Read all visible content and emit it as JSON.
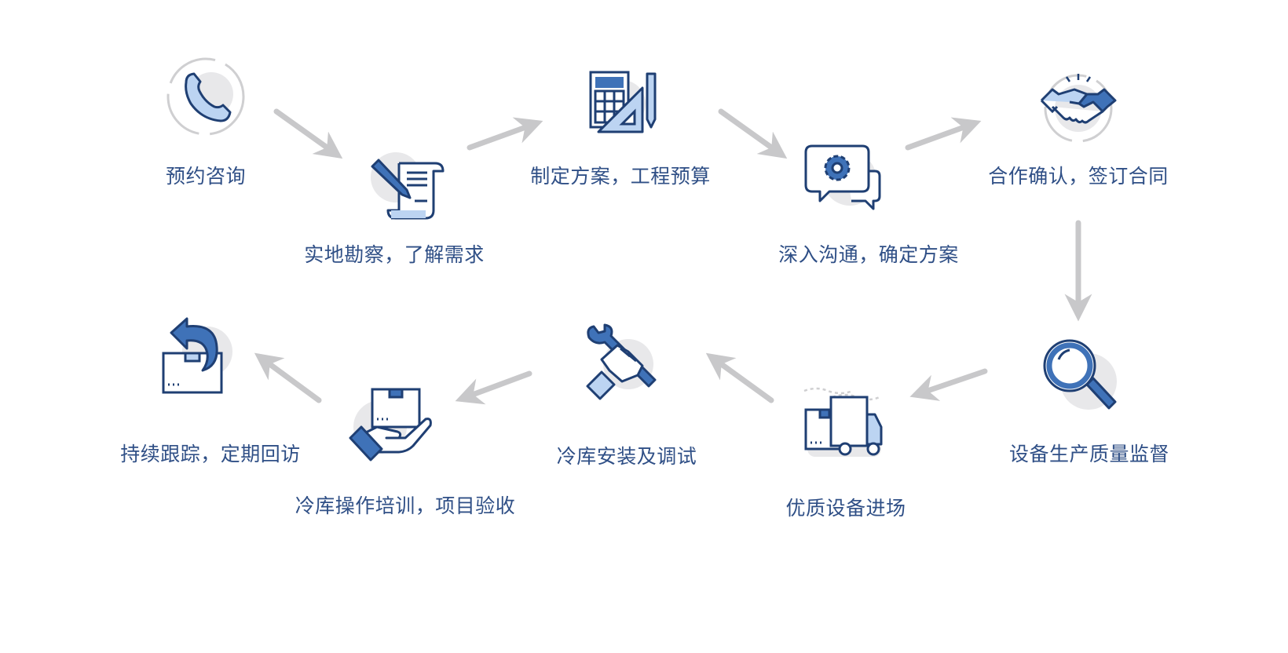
{
  "colors": {
    "icon_fill": "#3f72b8",
    "icon_light": "#bcd4f2",
    "icon_stroke": "#1f3f73",
    "bg_circle": "#e8e8ea",
    "arrow": "#c8c8ca",
    "label": "#2f4f86"
  },
  "steps": [
    {
      "label": "预约咨询",
      "icon": "phone-icon"
    },
    {
      "label": "实地勘察，了解需求",
      "icon": "document-signing-icon"
    },
    {
      "label": "制定方案，工程预算",
      "icon": "calculator-ruler-icon"
    },
    {
      "label": "深入沟通，确定方案",
      "icon": "chat-gear-icon"
    },
    {
      "label": "合作确认，签订合同",
      "icon": "handshake-icon"
    },
    {
      "label": "设备生产质量监督",
      "icon": "magnifier-icon"
    },
    {
      "label": "优质设备进场",
      "icon": "delivery-truck-icon"
    },
    {
      "label": "冷库安装及调试",
      "icon": "wrench-hand-icon"
    },
    {
      "label": "冷库操作培训，项目验收",
      "icon": "box-hand-icon"
    },
    {
      "label": "持续跟踪，定期回访",
      "icon": "box-return-icon"
    }
  ]
}
